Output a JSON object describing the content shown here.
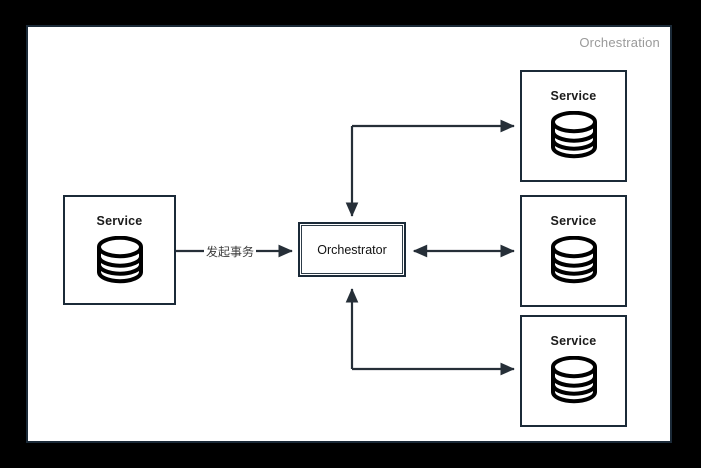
{
  "canvas": {
    "title": "Orchestration",
    "background_color": "#ffffff",
    "frame_color": "#1b2a38",
    "outer_color": "#000000",
    "title_color": "#9a9a9a"
  },
  "nodes": {
    "source_service": {
      "label": "Service",
      "icon": "database-cylinder-icon"
    },
    "orchestrator": {
      "label": "Orchestrator"
    },
    "service_top": {
      "label": "Service",
      "icon": "database-cylinder-icon"
    },
    "service_middle": {
      "label": "Service",
      "icon": "database-cylinder-icon"
    },
    "service_bottom": {
      "label": "Service",
      "icon": "database-cylinder-icon"
    }
  },
  "edges": {
    "initiate_transaction_label": "发起事务",
    "stroke_color": "#262f38"
  }
}
